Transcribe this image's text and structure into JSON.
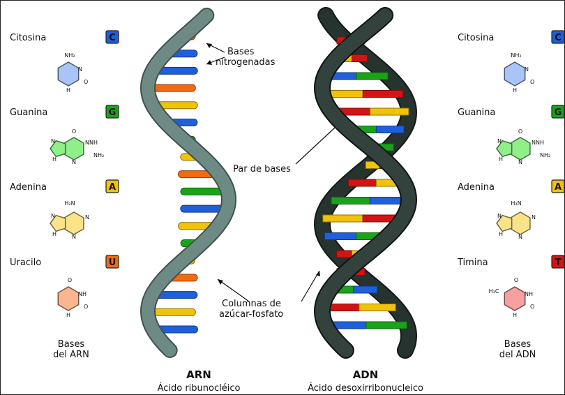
{
  "colors": {
    "cytosine": "#1f5fdc",
    "guanine": "#1aa31a",
    "adenine": "#f0c20a",
    "uracil": "#f26b10",
    "thymine": "#d41414",
    "rna_backbone": "#6e8a84",
    "dna_backbone": "#27332f"
  },
  "rna_bases": {
    "heading_line1": "Bases",
    "heading_line2": "del ARN",
    "items": [
      {
        "name": "Citosina",
        "letter": "C",
        "color_key": "cytosine",
        "substituent": "NH₂",
        "fill": "#a9c4f6"
      },
      {
        "name": "Guanina",
        "letter": "G",
        "color_key": "guanine",
        "substituent": "NH₂",
        "fill": "#8ff08a"
      },
      {
        "name": "Adenina",
        "letter": "A",
        "color_key": "adenine",
        "substituent": "H₂N",
        "fill": "#fbe38a"
      },
      {
        "name": "Uracilo",
        "letter": "U",
        "color_key": "uracil",
        "substituent": "",
        "fill": "#fbb690"
      }
    ]
  },
  "dna_bases": {
    "heading_line1": "Bases",
    "heading_line2": "del ADN",
    "items": [
      {
        "name": "Citosina",
        "letter": "C",
        "color_key": "cytosine",
        "substituent": "NH₂",
        "fill": "#a9c4f6"
      },
      {
        "name": "Guanina",
        "letter": "G",
        "color_key": "guanine",
        "substituent": "NH₂",
        "fill": "#8ff08a"
      },
      {
        "name": "Adenina",
        "letter": "A",
        "color_key": "adenine",
        "substituent": "H₂N",
        "fill": "#fbe38a"
      },
      {
        "name": "Timina",
        "letter": "T",
        "color_key": "thymine",
        "substituent": "H₃C",
        "fill": "#f6a0a0"
      }
    ]
  },
  "annotations": {
    "bases_line1": "Bases",
    "bases_line2": "nitrogenadas",
    "pair": "Par de bases",
    "backbone_line1": "Columnas de",
    "backbone_line2": "azúcar-fosfato"
  },
  "rna": {
    "label": "ARN",
    "full_name": "Ácido ribunocléico"
  },
  "dna": {
    "label": "ADN",
    "full_name": "Ácido desoxirribonucleico"
  },
  "atom_labels": {
    "N": "N",
    "NH": "NH",
    "O": "O",
    "H": "H"
  },
  "rna_rungs": [
    "uracil",
    "cytosine",
    "cytosine",
    "uracil",
    "adenine",
    "cytosine",
    "guanine",
    "adenine",
    "uracil",
    "guanine",
    "cytosine",
    "adenine",
    "guanine",
    "adenine",
    "uracil",
    "cytosine",
    "adenine",
    "cytosine"
  ],
  "dna_rungs": [
    [
      "thymine",
      "adenine"
    ],
    [
      "adenine",
      "thymine"
    ],
    [
      "cytosine",
      "guanine"
    ],
    [
      "adenine",
      "thymine"
    ],
    [
      "thymine",
      "adenine"
    ],
    [
      "guanine",
      "cytosine"
    ],
    [
      "cytosine",
      "guanine"
    ],
    [
      "adenine",
      "thymine"
    ],
    [
      "thymine",
      "adenine"
    ],
    [
      "guanine",
      "cytosine"
    ],
    [
      "adenine",
      "thymine"
    ],
    [
      "cytosine",
      "guanine"
    ],
    [
      "thymine",
      "adenine"
    ],
    [
      "adenine",
      "thymine"
    ],
    [
      "guanine",
      "cytosine"
    ],
    [
      "thymine",
      "adenine"
    ],
    [
      "cytosine",
      "guanine"
    ]
  ]
}
